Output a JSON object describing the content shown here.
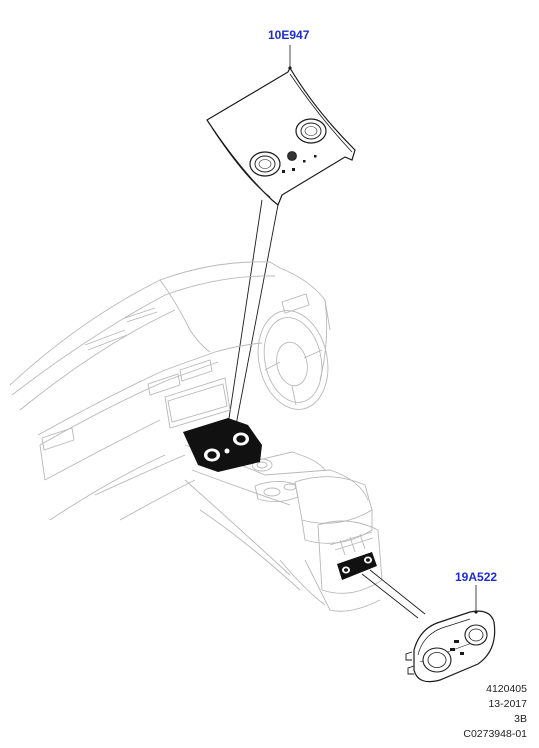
{
  "callouts": {
    "upper_part": "10E947",
    "lower_part": "19A522"
  },
  "footer": {
    "line1": "4120405",
    "line2": "13-2017",
    "line3": "3B",
    "line4": "C0273948-01"
  },
  "colors": {
    "callout": "#1e2ccf",
    "line_art": "#1a1a1a",
    "ghost_line": "#b8b8b8",
    "highlight_fill": "#111111"
  }
}
